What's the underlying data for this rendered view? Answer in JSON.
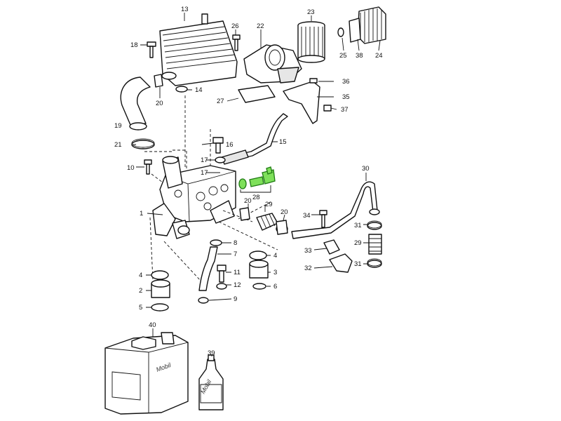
{
  "diagram": {
    "highlight_color": "#5ecb3a",
    "callouts": [
      {
        "id": "c13",
        "label": "13"
      },
      {
        "id": "c18",
        "label": "18"
      },
      {
        "id": "c14",
        "label": "14"
      },
      {
        "id": "c20a",
        "label": "20"
      },
      {
        "id": "c19",
        "label": "19"
      },
      {
        "id": "c21",
        "label": "21"
      },
      {
        "id": "c10",
        "label": "10"
      },
      {
        "id": "c1",
        "label": "1"
      },
      {
        "id": "c26",
        "label": "26"
      },
      {
        "id": "c22",
        "label": "22"
      },
      {
        "id": "c23",
        "label": "23"
      },
      {
        "id": "c25",
        "label": "25"
      },
      {
        "id": "c38",
        "label": "38"
      },
      {
        "id": "c24",
        "label": "24"
      },
      {
        "id": "c27",
        "label": "27"
      },
      {
        "id": "c36",
        "label": "36"
      },
      {
        "id": "c35",
        "label": "35"
      },
      {
        "id": "c37",
        "label": "37"
      },
      {
        "id": "c15",
        "label": "15"
      },
      {
        "id": "c16",
        "label": "16"
      },
      {
        "id": "c17a",
        "label": "17"
      },
      {
        "id": "c17b",
        "label": "17"
      },
      {
        "id": "c28",
        "label": "28"
      },
      {
        "id": "c20b",
        "label": "20"
      },
      {
        "id": "c29a",
        "label": "29"
      },
      {
        "id": "c20c",
        "label": "20"
      },
      {
        "id": "c30",
        "label": "30"
      },
      {
        "id": "c34",
        "label": "34"
      },
      {
        "id": "c31a",
        "label": "31"
      },
      {
        "id": "c29b",
        "label": "29"
      },
      {
        "id": "c33",
        "label": "33"
      },
      {
        "id": "c32",
        "label": "32"
      },
      {
        "id": "c31b",
        "label": "31"
      },
      {
        "id": "c8",
        "label": "8"
      },
      {
        "id": "c7",
        "label": "7"
      },
      {
        "id": "c4a",
        "label": "4"
      },
      {
        "id": "c11",
        "label": "11"
      },
      {
        "id": "c3",
        "label": "3"
      },
      {
        "id": "c12",
        "label": "12"
      },
      {
        "id": "c6",
        "label": "6"
      },
      {
        "id": "c9",
        "label": "9"
      },
      {
        "id": "c4b",
        "label": "4"
      },
      {
        "id": "c2",
        "label": "2"
      },
      {
        "id": "c5",
        "label": "5"
      },
      {
        "id": "c40",
        "label": "40"
      },
      {
        "id": "c39",
        "label": "39"
      }
    ],
    "canister_brand": "Mobil",
    "bottle_brand": "Mobil"
  }
}
